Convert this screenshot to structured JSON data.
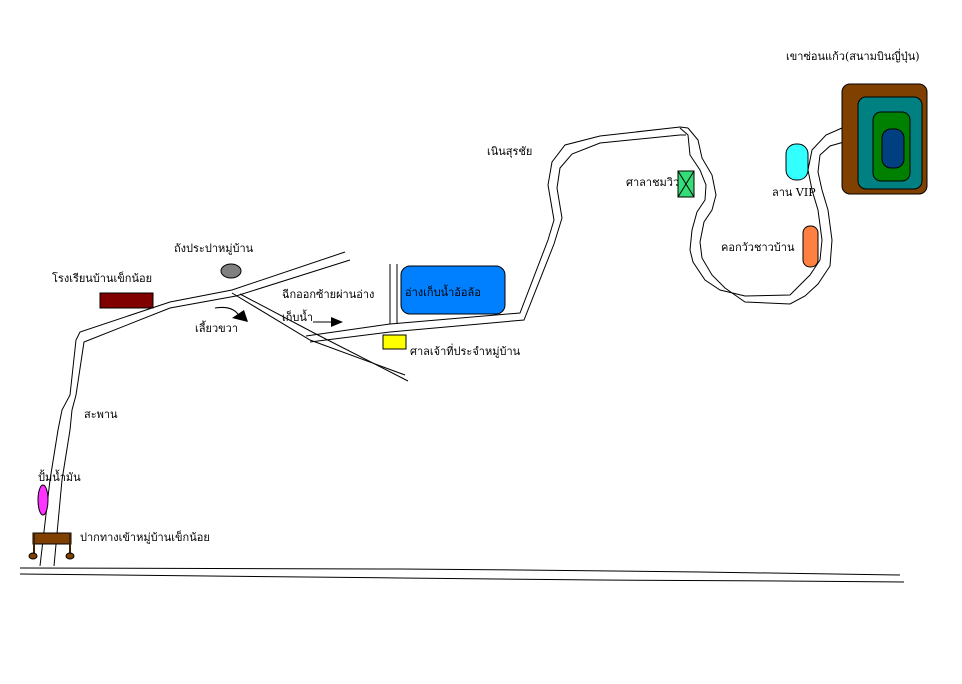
{
  "title": "แผนที่หมู่บ้านเข็กน้อย",
  "colors": {
    "school": "#800000",
    "water_tank": "#808080",
    "reservoir": "#0080ff",
    "shrine": "#ffff00",
    "viewpoint": "#33dd77",
    "vip_area": "#33ffff",
    "cowboy_hill": "#ff8040",
    "mountain_outer": "#804000",
    "mountain_ring2": "#008080",
    "mountain_ring3": "#008000",
    "mountain_core": "#004080",
    "gas_pump": "#ff33ff",
    "entrance_sign": "#804000"
  },
  "labels": {
    "mountain": "เขาซ่อนแก้ว(สนามบินญี่ปุ่น)",
    "hill": "เนินสุรชัย",
    "viewpoint": "ศาลาชมวิว",
    "vip": "ลาน VIP",
    "cowboy": "คอกวัวชาวบ้าน",
    "water_tank": "ถังประปาหมู่บ้าน",
    "school": "โรงเรียนบ้านเข็กน้อย",
    "turn_right": "เลี้ยวขวา",
    "turn_left_line1": "ฉีกออกซ้ายผ่านอ่าง",
    "turn_left_line2": "เก็บน้ำ",
    "reservoir": "อ่างเก็บน้ำอ้อล้อ",
    "shrine": "ศาลเจ้าที่ประจำหมู่บ้าน",
    "bridge": "สะพาน",
    "gas_pump": "ปั้มน้ำมัน",
    "entrance": "ปากทางเข้าหมู่บ้านเข็กน้อย"
  }
}
